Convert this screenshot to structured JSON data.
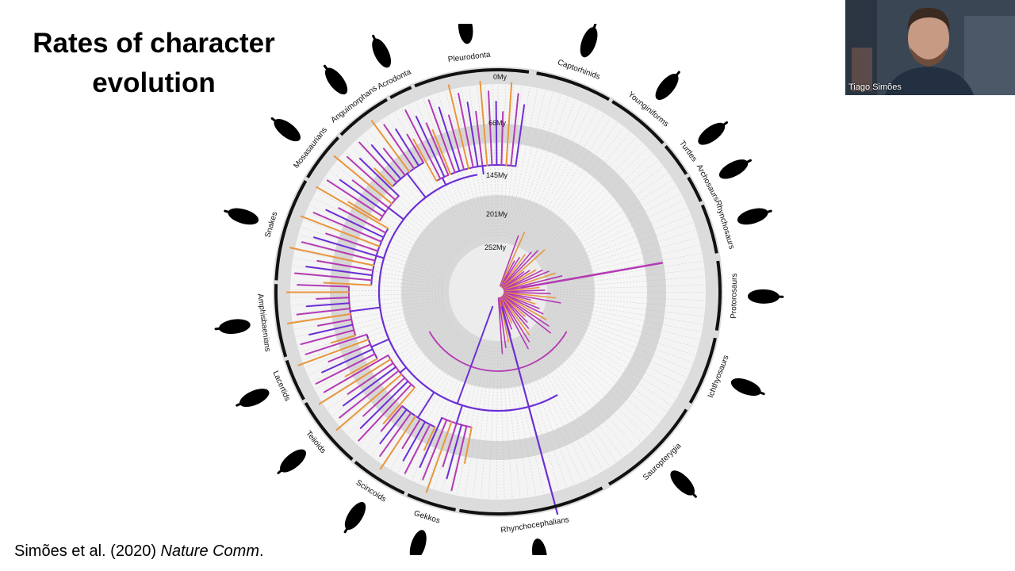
{
  "slide": {
    "title_line1": "Rates of character",
    "title_line2": "evolution",
    "citation_authors": "Simões et al. (2020) ",
    "citation_journal": "Nature Comm",
    "citation_end": "."
  },
  "video": {
    "participant_name": "Tiago Simões"
  },
  "figure": {
    "age_labels": [
      "0My",
      "66My",
      "145My",
      "201My",
      "252My"
    ],
    "clades": [
      {
        "name": "Pleurodonta",
        "silhouette": "iguana-silhouette"
      },
      {
        "name": "Captorhinids",
        "silhouette": "lizard-silhouette"
      },
      {
        "name": "Younginiforms",
        "silhouette": "lizard-silhouette"
      },
      {
        "name": "Turtles",
        "silhouette": "turtle-silhouette"
      },
      {
        "name": "Archosaurs",
        "silhouette": "crocodile-silhouette"
      },
      {
        "name": "Rhynchosaurs",
        "silhouette": "reptile-silhouette"
      },
      {
        "name": "Protorosaurs",
        "silhouette": "longneck-silhouette"
      },
      {
        "name": "Ichthyosaurs",
        "silhouette": "ichthyosaur-silhouette"
      },
      {
        "name": "Sauropterygia",
        "silhouette": "plesiosaur-silhouette"
      },
      {
        "name": "Rhynchocephalians",
        "silhouette": "tuatara-silhouette"
      },
      {
        "name": "Gekkos",
        "silhouette": "gecko-silhouette"
      },
      {
        "name": "Scincoids",
        "silhouette": "skink-silhouette"
      },
      {
        "name": "Teiioids",
        "silhouette": "teiid-silhouette"
      },
      {
        "name": "Lacertids",
        "silhouette": "lacertid-silhouette"
      },
      {
        "name": "Amphisbaenians",
        "silhouette": "amphisbaenian-silhouette"
      },
      {
        "name": "Snakes",
        "silhouette": "snake-silhouette"
      },
      {
        "name": "Mosasaurians",
        "silhouette": "mosasaur-silhouette"
      },
      {
        "name": "Anguimorphans",
        "silhouette": "monitor-silhouette"
      },
      {
        "name": "Acrodonta",
        "silhouette": "agamid-silhouette"
      }
    ],
    "colors": {
      "branch_slow": "#6b2fd6",
      "branch_mid": "#b43ab4",
      "branch_fast": "#e8963c",
      "ring_band": "#d9d9d9"
    }
  }
}
